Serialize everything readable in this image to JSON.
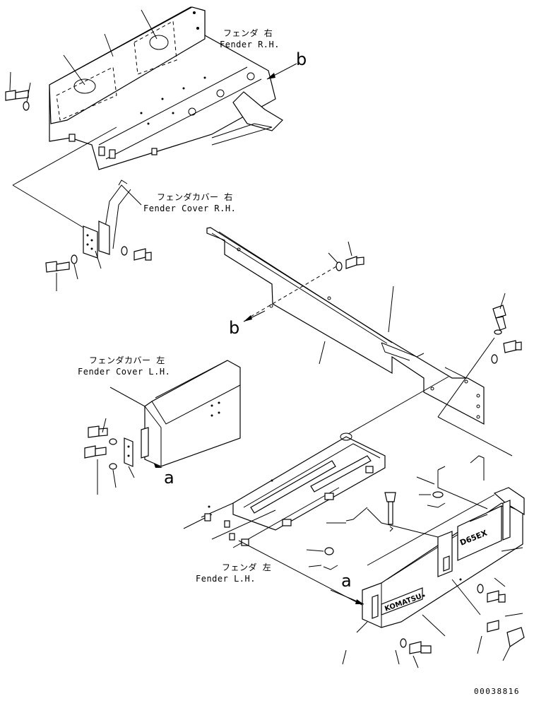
{
  "labels": {
    "fender_rh_jp": "フェンダ 右",
    "fender_rh_en": "Fender R.H.",
    "fender_cover_rh_jp": "フェンダカバー 右",
    "fender_cover_rh_en": "Fender Cover R.H.",
    "fender_cover_lh_jp": "フェンダカバー 左",
    "fender_cover_lh_en": "Fender Cover L.H.",
    "fender_lh_jp": "フェンダ 左",
    "fender_lh_en": "Fender L.H.",
    "callout_a": "a",
    "callout_b": "b",
    "drawing_code": "00038816",
    "plate_brand": "KOMATSU",
    "plate_model": "D65EX"
  }
}
